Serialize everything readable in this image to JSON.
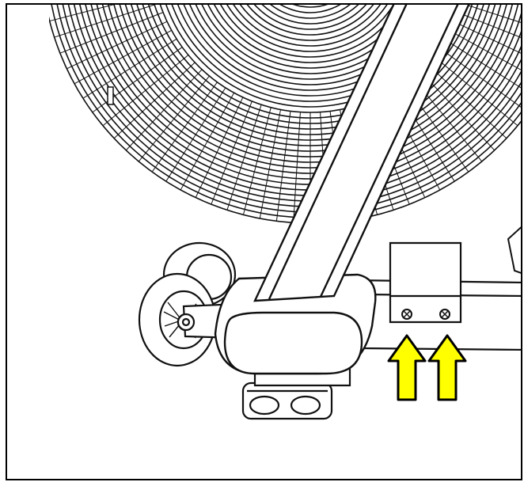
{
  "diagram": {
    "subject": "air-bike-fan-and-base-assembly",
    "colors": {
      "line": "#111111",
      "fill": "#ffffff",
      "arrow_fill": "#ffff00",
      "arrow_stroke": "#000000"
    },
    "callouts": [
      {
        "icon": "up-arrow-icon",
        "target": "left-screw"
      },
      {
        "icon": "up-arrow-icon",
        "target": "right-screw"
      }
    ]
  }
}
